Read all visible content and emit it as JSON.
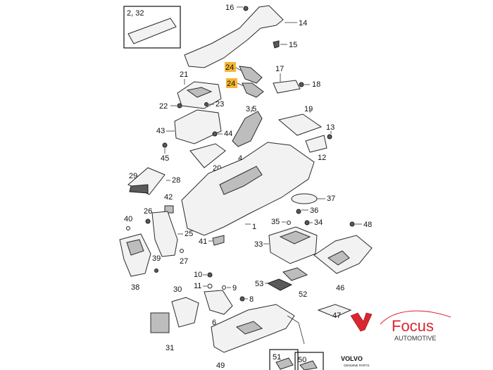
{
  "callouts": {
    "c232": "2, 32",
    "c16": "16",
    "c14": "14",
    "c15": "15",
    "c24a": "24",
    "c24b": "24",
    "c17": "17",
    "c18": "18",
    "c21": "21",
    "c22": "22",
    "c23": "23",
    "c35": "3,5",
    "c19": "19",
    "c43": "43",
    "c44": "44",
    "c4": "4",
    "c13": "13",
    "c45": "45",
    "c12": "12",
    "c20": "20",
    "c29": "29",
    "c28": "28",
    "c37": "37",
    "c42": "42",
    "c36": "36",
    "c26": "26",
    "c40": "40",
    "c35b": "35",
    "c34": "34",
    "c48": "48",
    "c1": "1",
    "c25": "25",
    "c41": "41",
    "c33": "33",
    "c39": "39",
    "c27": "27",
    "c38": "38",
    "c10": "10",
    "c11": "11",
    "c9": "9",
    "c53": "53",
    "c52": "52",
    "c46": "46",
    "c30": "30",
    "c8": "8",
    "c6": "6",
    "c47": "47",
    "c31": "31",
    "c51": "51",
    "c50": "50",
    "c49": "49"
  },
  "logo": {
    "name": "Focus",
    "tagline": "AUTOMOTIVE"
  },
  "footer": {
    "brand": "VOLVO",
    "brand_sub": "GENUINE PARTS"
  },
  "colors": {
    "highlight": "#f5b731",
    "logo_red": "#d9262f",
    "logo_text": "#333333"
  }
}
